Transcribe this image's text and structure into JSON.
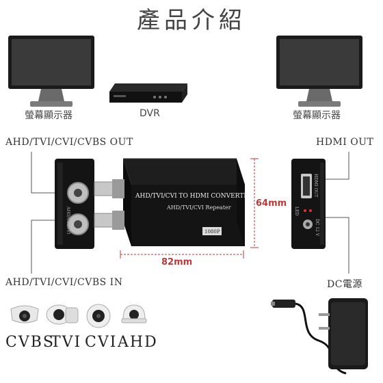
{
  "title": "產品介紹",
  "monitor_left_label": "螢幕顯示器",
  "monitor_right_label": "螢幕顯示器",
  "dvr_label": "DVR",
  "input_out_label": "AHD/TVI/CVI/CVBS OUT",
  "input_in_label": "AHD/TVI/CVI/CVBS IN",
  "hdmi_out_label": "HDMI OUT",
  "power_label": "DC電源",
  "device_line1": "AHD/TVI/CVI TO HDMI CONVERTER",
  "device_line2": "AHD/TVI/CVI Repeater",
  "device_badge": "1080P",
  "height_dim": "64mm",
  "width_dim": "82mm",
  "left_panel_text": "AHD/CVI/TVI",
  "right_panel_hdmi": "HDMI OUT",
  "right_panel_led": "LED",
  "right_panel_dc": "DC 12 V",
  "cameras": [
    {
      "label": "CVBS"
    },
    {
      "label": "TVI"
    },
    {
      "label": "CVI"
    },
    {
      "label": "AHD"
    }
  ],
  "colors": {
    "dim_red": "#b83a3a",
    "device_body": "#141414"
  }
}
